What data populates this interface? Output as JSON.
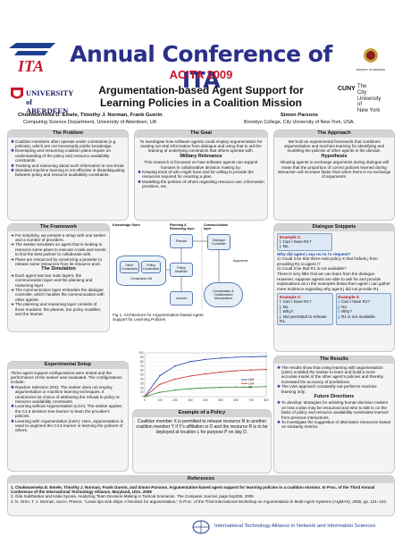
{
  "header": {
    "title": "Annual Conference of ITA",
    "acita": "ACITA 2009",
    "paper_title_1": "Argumentation-based Agent Support for",
    "paper_title_2": "Learning Policies in a Coalition Mission",
    "authors_left": "Chukwuemeka D. Emele, Timothy J. Norman, Frank Guerin",
    "affil_left": "Computing Science Department,  University of Aberdeen, UK",
    "authors_right": "Simon Parsons",
    "affil_right": "Brooklyn College, City University of New York, USA.",
    "logo_ita": "ITA",
    "logo_aberdeen_1": "UNIVERSITY",
    "logo_aberdeen_2": "of ABERDEEN",
    "logo_cuny_mark": "CUNY",
    "logo_cuny_1": "The",
    "logo_cuny_2": "City",
    "logo_cuny_3": "University",
    "logo_cuny_4": "of",
    "logo_cuny_5": "New York",
    "mod_label": "MINISTRY OF DEFENCE"
  },
  "problem": {
    "title": "The Problem",
    "items": [
      "Coalition members often operate under constraints (e.g. policies), which are not necessarily public knowledge.",
      "Developing and resourcing coalition plans require an understanding of the policy and resource availability constraints.",
      "Tracking and reasoning about such information is non-trivial.",
      "Standard machine learning is not effective in disambiguating between policy and resource availability constraints."
    ]
  },
  "goal": {
    "title": "The Goal",
    "text": "To investigate how software agents could employ argumentation for teasing out vital information from dialogue and using that to aid the learning of underlying constraints that others operate with.",
    "military_title": "Military Relevance",
    "military_text": "This research is focussed on how software agents can support humans in collaborative decision making by:",
    "items": [
      "Keeping track of who might have and be willing to provide the resources required for enacting a plan.",
      "Modelling the policies of others regarding resource use, information provision, etc."
    ]
  },
  "approach": {
    "title": "The Approach",
    "text": "We built an experimental framework that combines argumentation and machine learning for identifying and modeling the policies of other agents in the domain.",
    "hyp_title": "Hypothesis",
    "hyp_text": "Allowing agents to exchange arguments during dialogue will mean that the proportion of correct policies learned during interaction will increase faster than when there is no exchange of arguments."
  },
  "framework": {
    "title": "The Framework",
    "items": [
      "For simplicity, we present a setup with one seeker and a number of providers.",
      "The seeker simulates an agent that is looking to resource some plans to execute a task and needs to find the best partner to collaborate with.",
      "Plans are resourced by convincing a provider to release some resources from its resource pool."
    ],
    "sim_title": "The Simulation",
    "sim_items": [
      "Each agent has two main layers, the communication layer and the planning and reasoning layer.",
      "The communication layer embodies the dialogue controller, which handles the communication with other agents.",
      "The planning and reasoning layer consists of three modules: the planner, the policy modeller, and the learner."
    ]
  },
  "figure": {
    "knowledge_store": "Knowledge Store",
    "planning_layer": "Planning & Reasoning layer",
    "communication_layer": "Communication layer",
    "planner": "Planner",
    "dialogue_controller": "Dialogue Controller",
    "other_constraints": "Other Constraints",
    "policy_constraints": "Policy Constraints",
    "policy_modeller": "Policy Modeller",
    "constraints_kb": "Constraints KB",
    "learner": "Learner",
    "mechanisms": "Coordination & Collaboration Mechanisms",
    "arguments": "Arguments",
    "caption": "Fig 1. Architecture for Argumentation-based Agent Support for Learning Policies"
  },
  "dialogue": {
    "title": "Dialogue Snippets",
    "ex1_title": "Example 1:",
    "ex1_lines": [
      "i: Can I have R1?",
      "j: No."
    ],
    "q1": "Why did agent j say no to i's request?",
    "ans1": "1) Could it be that there exist policy X that forbids j from providing R1 to agent i?",
    "ans2": "2) Could it be that R1 is not available?",
    "text": "There is very little that we can learn from the dialogue. However, suppose agents are able to ask for and provide explanations as in the examples below then agent i can gather more evidence regarding why agent j did not provide R1.",
    "ex2_title": "Example 2:",
    "ex2_lines": [
      "i: Can I have R1?",
      "j: No.",
      "i: Why?",
      "j: Not permitted to release R1."
    ],
    "ex3_title": "Example 3:",
    "ex3_lines": [
      "i: Can I have R1?",
      "j: No.",
      "i: Why?",
      "j: R1 is not available."
    ]
  },
  "setup": {
    "title": "Experimental Setup",
    "intro": "Three agent support configurations were tested and the performance of the seeker was evaluated. The configurations include:",
    "items": [
      "Random Selection (RS): The seeker does not employ argumentation or machine learning techniques, it randomizes its choice of attributing the refusal to policy or resource availability constraints.",
      "Learning without Argumentation (LOA): The seeker applies the C4.5 decision tree learner to learn the provider's policies.",
      "Learning with Argumentation (LWA): Here, argumentation is used to augment the C4.5 learner in learning the policies of others."
    ]
  },
  "chart_data": {
    "type": "line",
    "x": [
      0,
      100,
      200,
      300,
      400,
      500,
      600,
      700,
      800
    ],
    "ylim": [
      0,
      100
    ],
    "legend": [
      "LWA",
      "LOA",
      "RS"
    ],
    "series": [
      {
        "name": "LWA",
        "values": [
          0,
          48,
          70,
          80,
          85,
          88,
          90,
          91,
          92
        ]
      },
      {
        "name": "LOA",
        "values": [
          0,
          28,
          40,
          47,
          52,
          56,
          59,
          61,
          62
        ]
      },
      {
        "name": "RS",
        "values": [
          0,
          10,
          15,
          18,
          20,
          21,
          22,
          22,
          23
        ]
      }
    ],
    "ytick_labels": [
      "100",
      "90",
      "80",
      "70",
      "60",
      "50",
      "40",
      "30",
      "20",
      "10",
      "0"
    ],
    "xtick_labels": [
      "0",
      "100",
      "200",
      "300",
      "400",
      "500",
      "600",
      "700",
      "800"
    ],
    "colors": {
      "LWA": "#1a3fae",
      "LOA": "#c81e1e",
      "RS": "#2b8a2b"
    }
  },
  "example_policy": {
    "title": "Example of a Policy",
    "text": "Coalition member X is permitted to release resource R to another coalition member Y if Y's affiliation is O and the resource R is to be deployed at location L for purpose P on day D."
  },
  "results": {
    "title": "The Results",
    "items": [
      "The results show that using learning with argumentation (LWA) enabled the seeker to learn and build a more accurate model of the other agent's policies and thereby increased the accuracy of predictions.",
      "The LWA approach constantly out-performs machine learning only."
    ],
    "future_title": "Future Directions",
    "future_items": [
      "To develop: strategies for advising human decision makers on how a plan may be resourced and who to talk to on the basis of policy and resource availability constraints learned from previous interactions.",
      "To investigate the suggestion of alternative resources based on similarity metrics."
    ]
  },
  "references": {
    "title": "References",
    "items": [
      "1. Chukwuemeka D. Emele, Timothy J. Norman, Frank Guerin, and Simon Parsons. Argumentation-based agent support for learning policies in a coalition mission. In Proc. of the Third Annual Conference of the International Technology Alliance, Maryland, USA, 2009",
      "2. Gita Sukthankar and Katia Sycara. Analyzing Team Decision-Making in Tactical Scenarios. The Computer Journal, page bxp038, 2009",
      "3. N. Oren, T. J. Norman, and A. Preece. \"Loose lips sink ships: A heuristic for argumentation,\" in Proc. of the Third International Workshop on Argumentation in Multi-Agent Systems (ArgMAS), 2006, pp. 121–134."
    ]
  },
  "footer": {
    "text": "International Technology Alliance in Network and Information Sciences"
  }
}
